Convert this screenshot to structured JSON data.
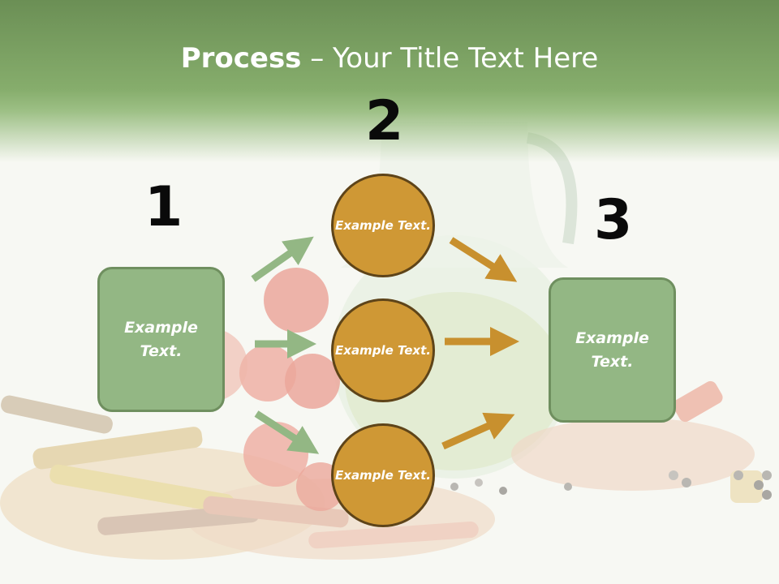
{
  "slide": {
    "title_strong": "Process",
    "title_rest": " – Your Title Text Here"
  },
  "steps": [
    {
      "number": "1",
      "text": "Example Text."
    },
    {
      "number": "2",
      "text": "Example Text."
    },
    {
      "number": "3",
      "text": "Example Text."
    }
  ],
  "circles": [
    {
      "text": "Example Text."
    },
    {
      "text": "Example Text."
    },
    {
      "text": "Example Text."
    }
  ],
  "colors": {
    "header_green": "#6b8f55",
    "box_green": "#93b784",
    "circle_orange": "#cf9835",
    "arrow_green": "#93b784",
    "arrow_orange": "#c8902e"
  }
}
